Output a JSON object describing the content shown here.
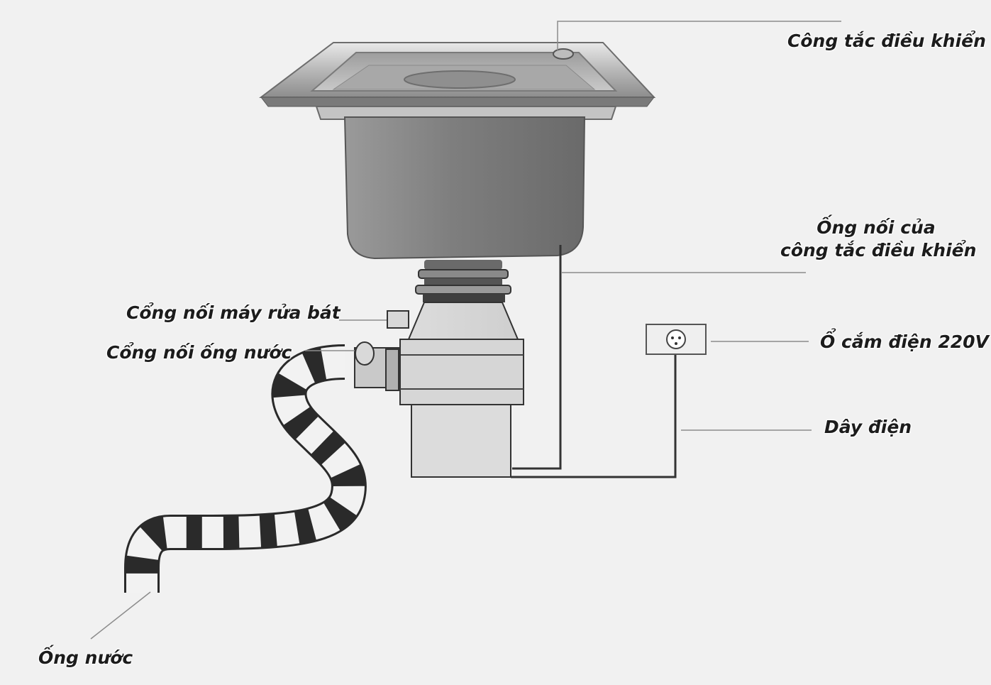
{
  "labels": {
    "control_switch": "Công tắc điều khiển",
    "switch_tube_line1": "Ống nối của",
    "switch_tube_line2": "công tắc điều khiển",
    "dishwasher_port": "Cổng nối máy rửa bát",
    "pipe_port": "Cổng nối ống nước",
    "outlet": "Ổ cắm điện 220V",
    "power_cord": "Dây điện",
    "water_pipe": "Ống nước"
  },
  "colors": {
    "background": "#f1f1f1",
    "steel": "#8a8a8a",
    "steel_dark": "#5f5f5f",
    "steel_light": "#d2d2d2",
    "line": "#333333",
    "leader": "#8c8c8c"
  }
}
